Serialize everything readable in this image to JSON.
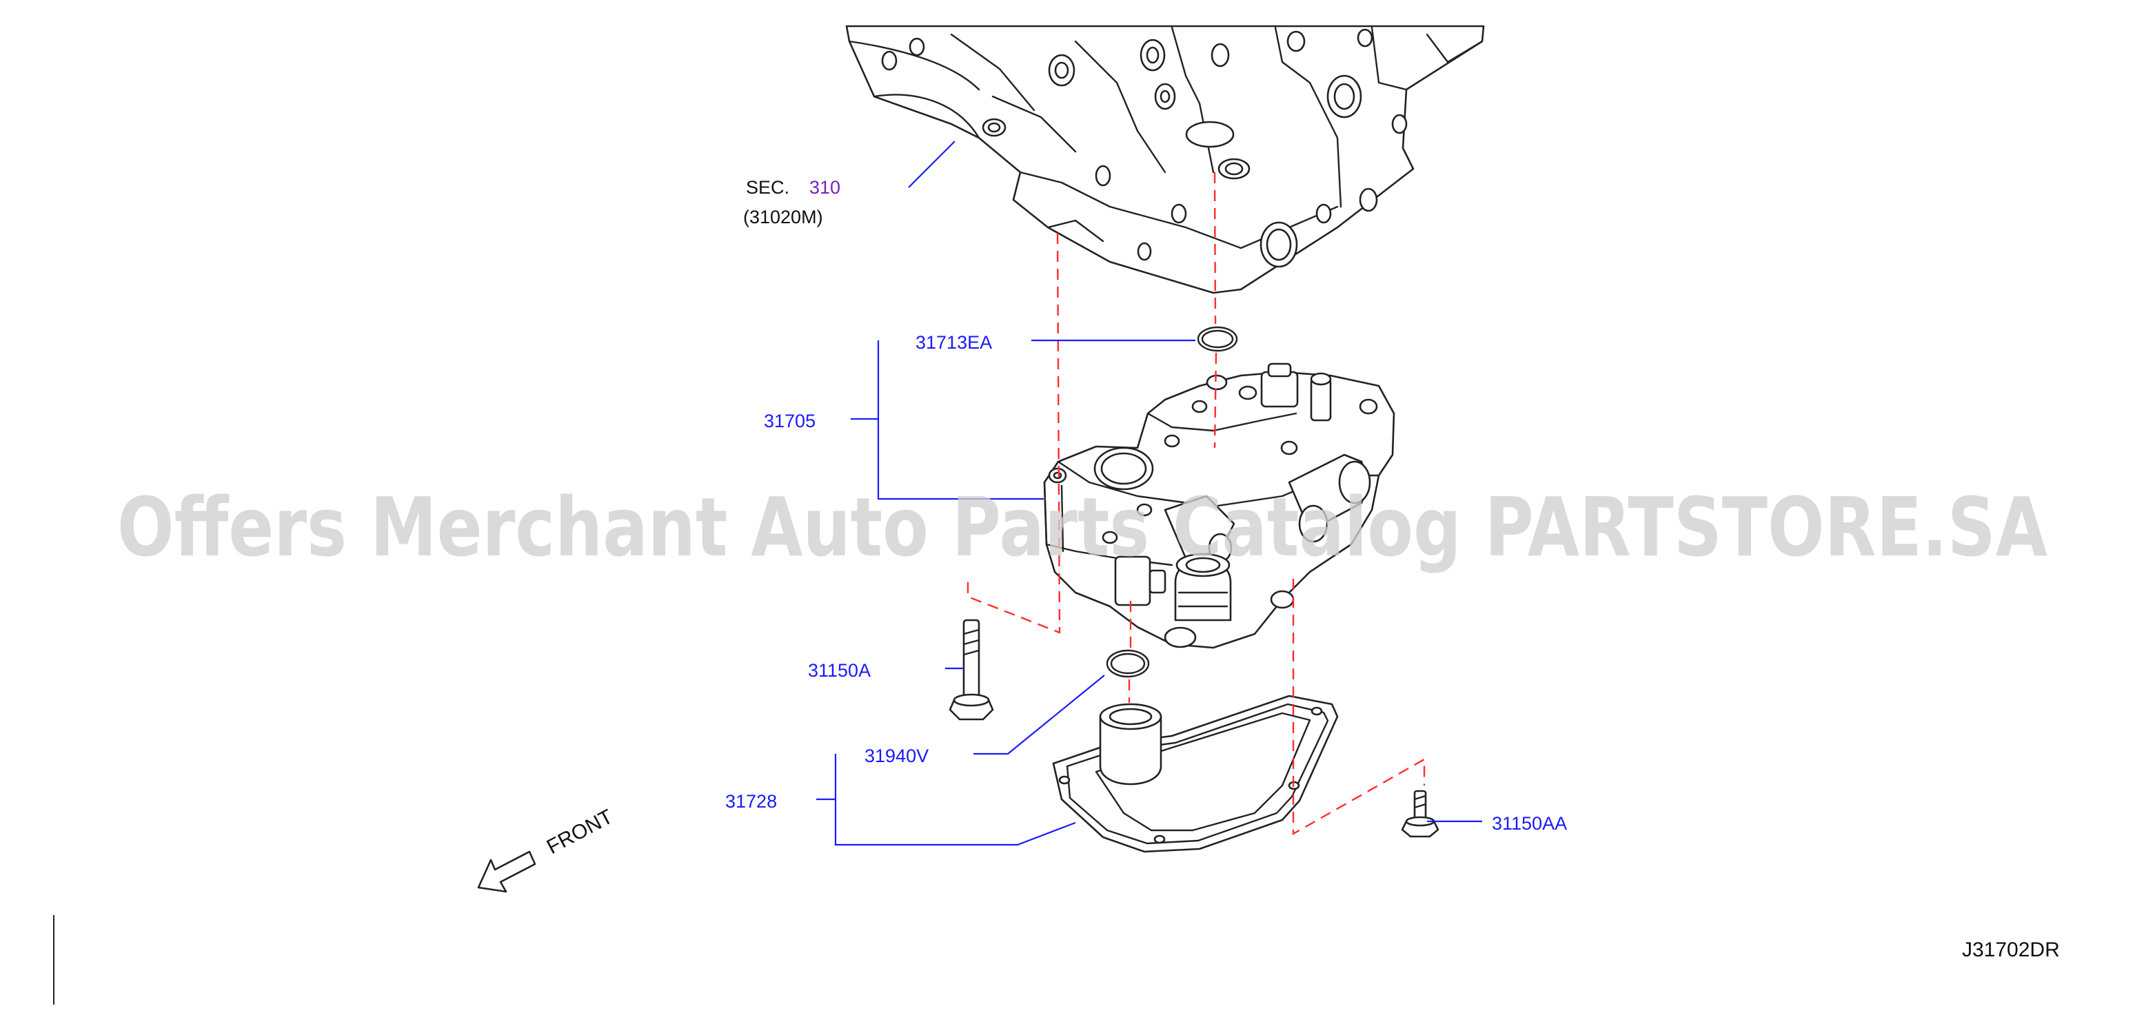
{
  "diagram": {
    "section_ref": {
      "prefix": "SEC.",
      "number": "310",
      "subcode": "(31020M)"
    },
    "parts": [
      {
        "id": "p31713EA",
        "label": "31713EA"
      },
      {
        "id": "p31705",
        "label": "31705"
      },
      {
        "id": "p31150A",
        "label": "31150A"
      },
      {
        "id": "p31940V",
        "label": "31940V"
      },
      {
        "id": "p31728",
        "label": "31728"
      },
      {
        "id": "p31150AA",
        "label": "31150AA"
      }
    ],
    "front_label": "FRONT",
    "drawing_code": "J31702DR",
    "watermark": "Offers Merchant Auto Parts Catalog PARTSTORE.SA"
  },
  "colors": {
    "part_label": "#1a1aff",
    "section_number": "#7a1fc4",
    "phantom_line": "#ff2d2d",
    "line_art": "#222222"
  }
}
